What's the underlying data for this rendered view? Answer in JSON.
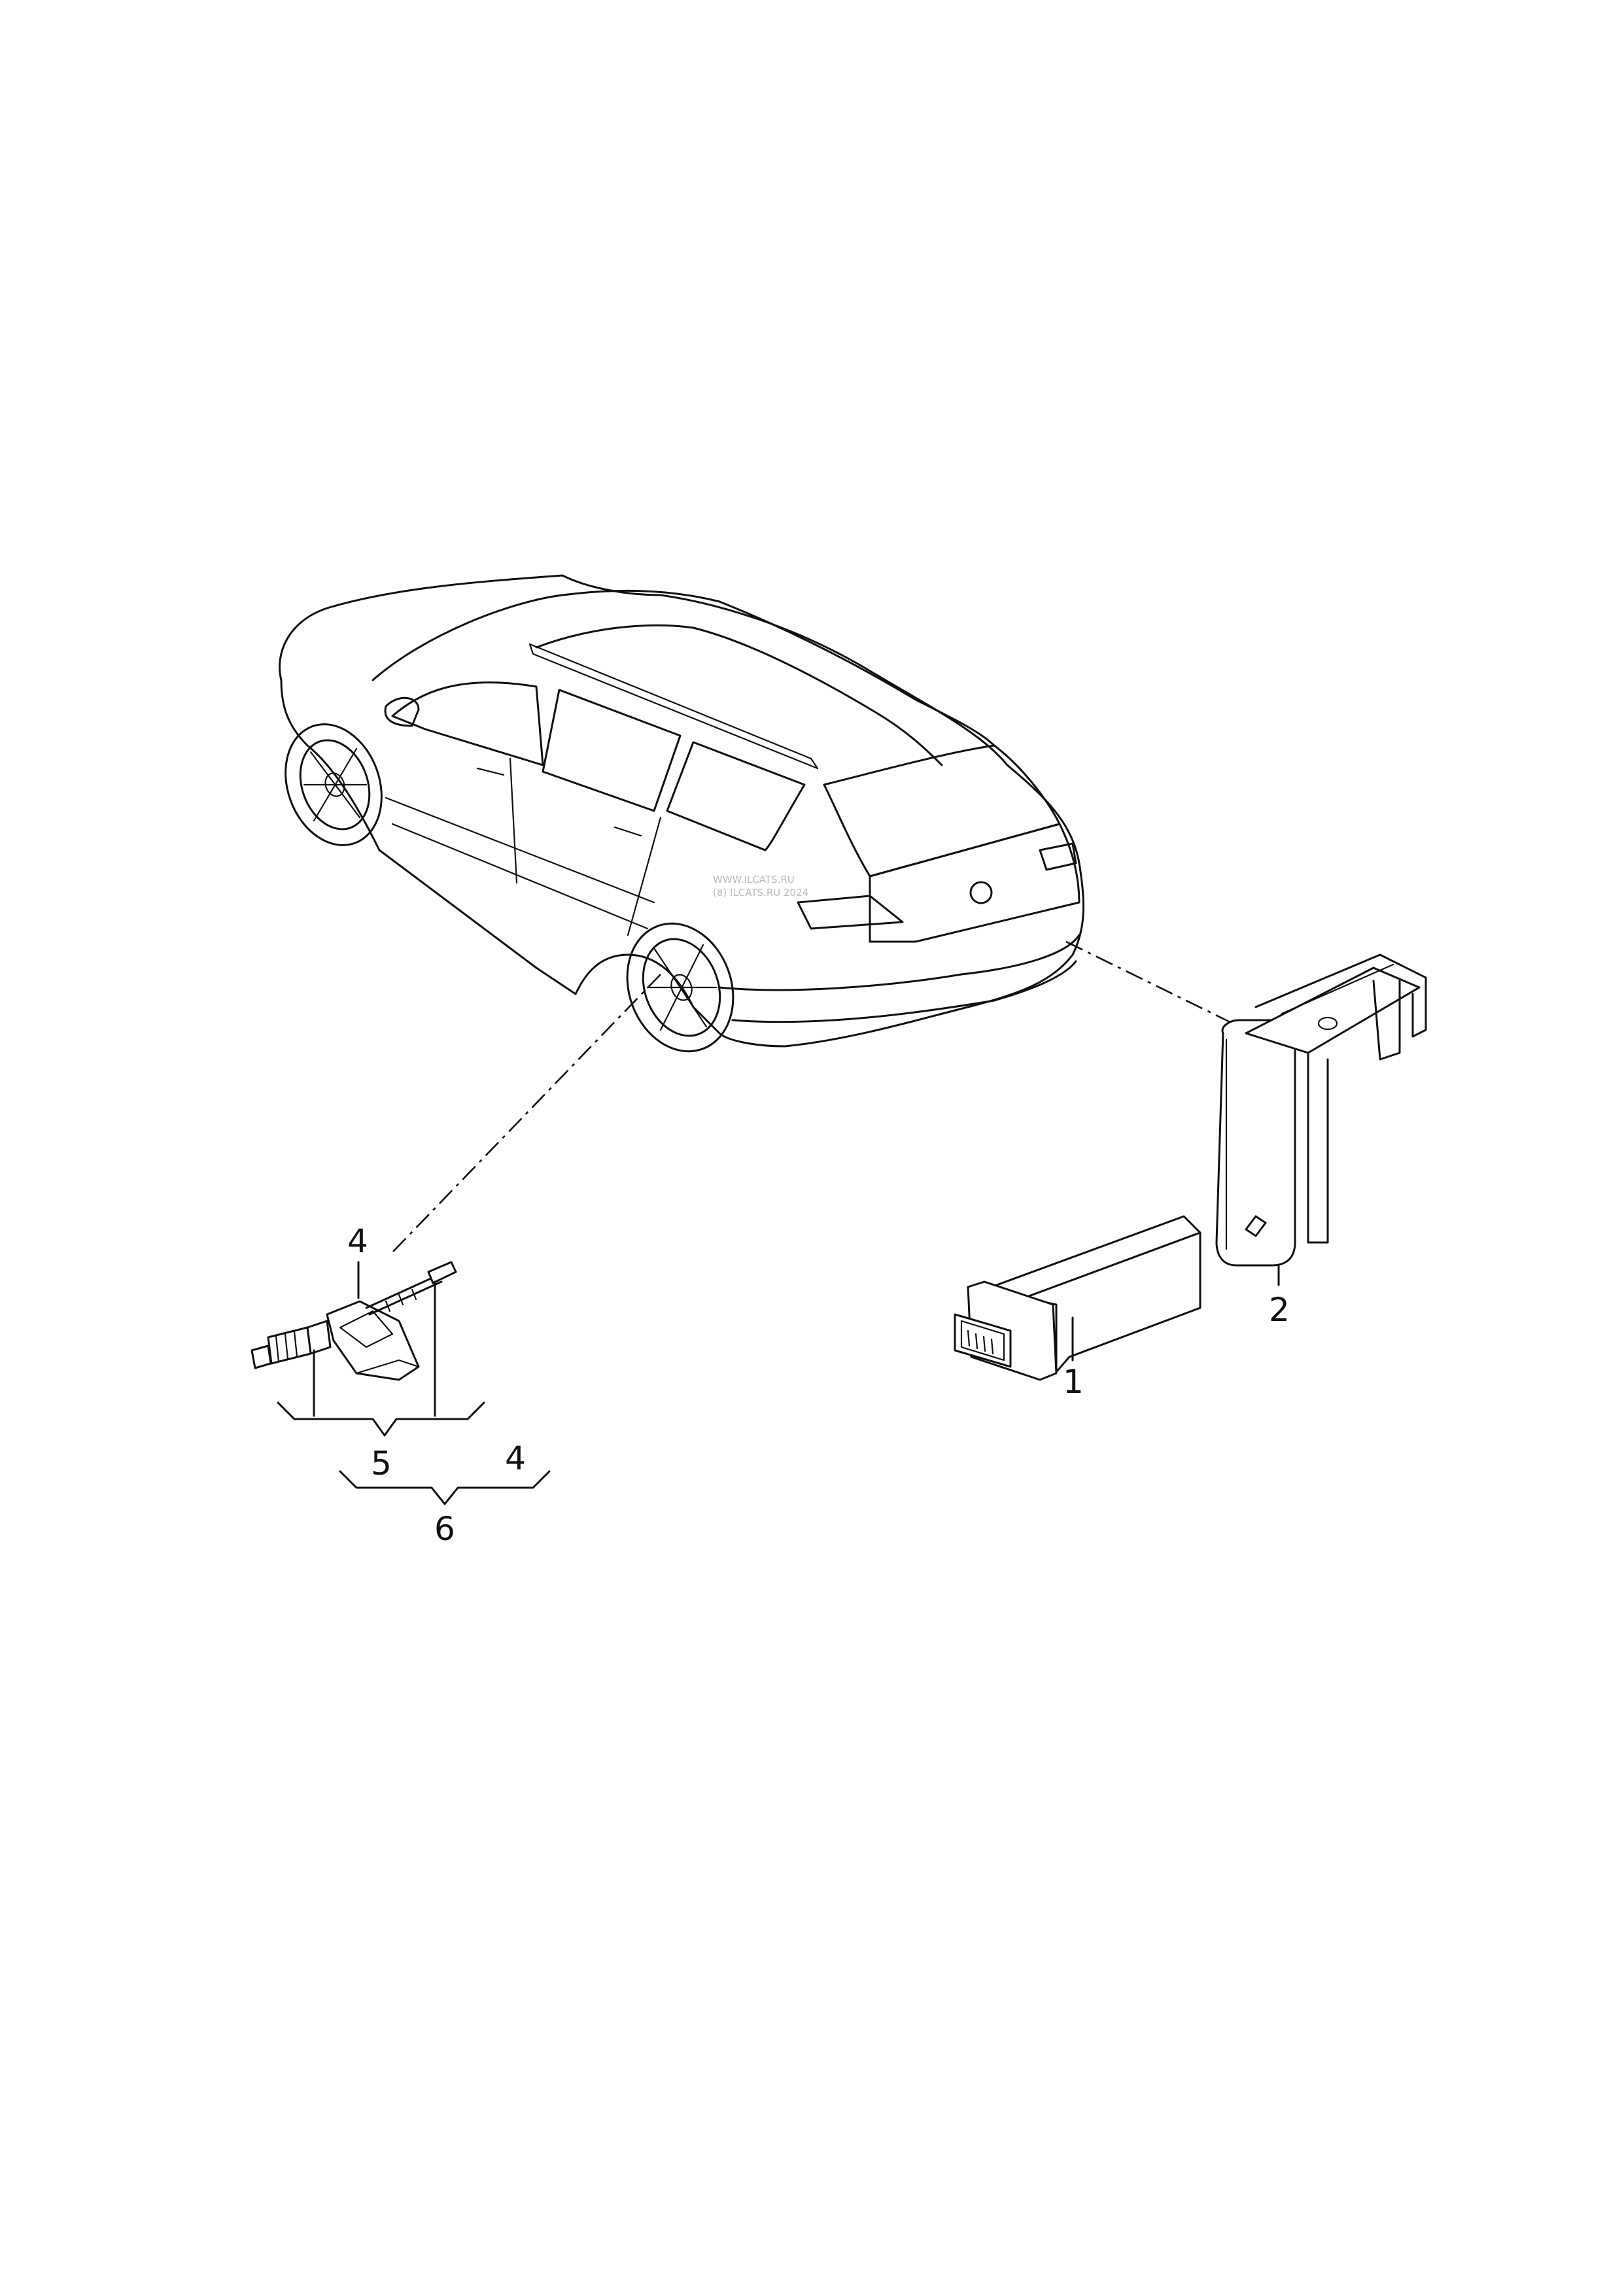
{
  "watermark": {
    "line1": "WWW.ILCATS.RU",
    "line2": "(8) ILCATS.RU 2024"
  },
  "callouts": {
    "part_1": "1",
    "part_2": "2",
    "part_4_top": "4",
    "part_5": "5",
    "part_4_bottom": "4",
    "part_6": "6"
  }
}
